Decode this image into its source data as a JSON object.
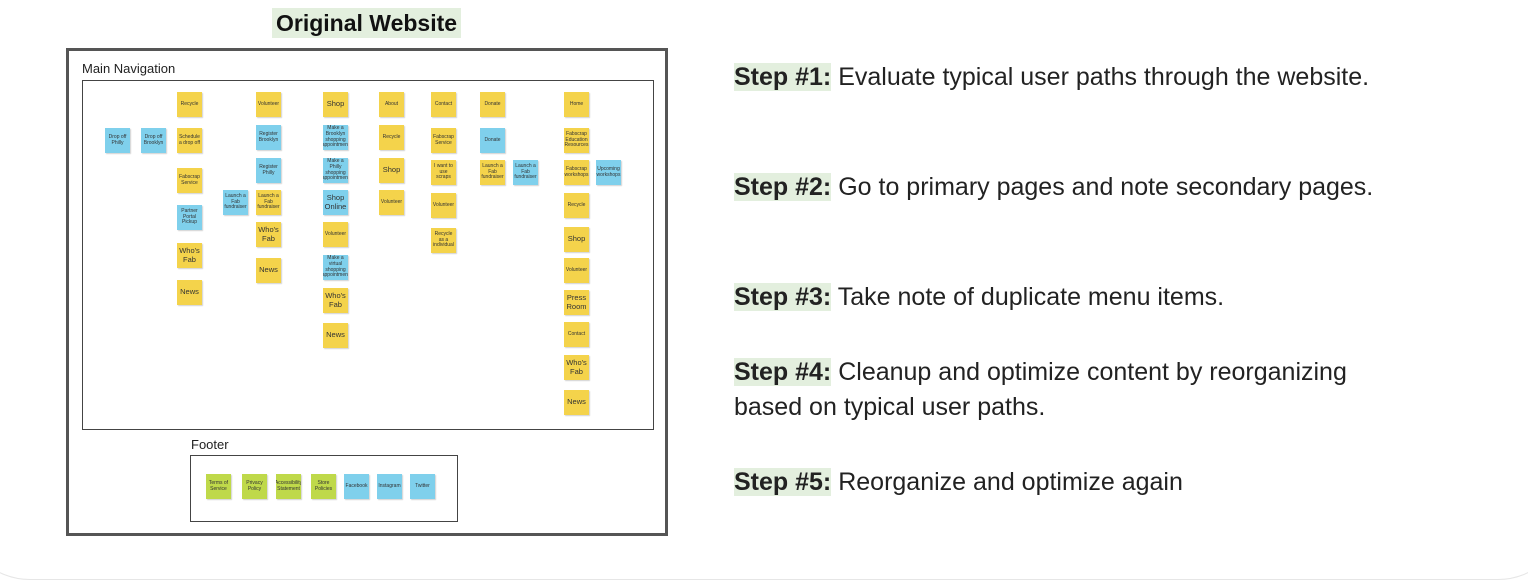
{
  "title": "Original Website",
  "main_navigation": {
    "label": "Main Navigation",
    "notes": [
      {
        "text": "Recycle",
        "color": "yellow"
      },
      {
        "text": "Volunteer",
        "color": "yellow"
      },
      {
        "text": "Shop",
        "color": "yellow"
      },
      {
        "text": "About",
        "color": "yellow"
      },
      {
        "text": "Contact",
        "color": "yellow"
      },
      {
        "text": "Donate",
        "color": "yellow"
      },
      {
        "text": "Home",
        "color": "yellow"
      },
      {
        "text": "Drop off Philly",
        "color": "blue"
      },
      {
        "text": "Drop off Brooklyn",
        "color": "blue"
      },
      {
        "text": "Schedule a drop off",
        "color": "yellow"
      },
      {
        "text": "Register Brooklyn",
        "color": "blue"
      },
      {
        "text": "Make a Brooklyn shopping appointment",
        "color": "blue"
      },
      {
        "text": "Recycle",
        "color": "yellow"
      },
      {
        "text": "Fabscrap Service",
        "color": "yellow"
      },
      {
        "text": "Donate",
        "color": "blue"
      },
      {
        "text": "Fabscrap Education Resources",
        "color": "yellow"
      },
      {
        "text": "Register Philly",
        "color": "blue"
      },
      {
        "text": "Make a Philly shopping appointment",
        "color": "blue"
      },
      {
        "text": "Shop",
        "color": "yellow"
      },
      {
        "text": "I want to use scraps",
        "color": "yellow"
      },
      {
        "text": "Launch a Fab fundraiser",
        "color": "yellow"
      },
      {
        "text": "Launch a Fab fundraiser",
        "color": "blue"
      },
      {
        "text": "Fabscrap workshops",
        "color": "yellow"
      },
      {
        "text": "Upcoming workshops",
        "color": "blue"
      },
      {
        "text": "Fabscrap Service",
        "color": "yellow"
      },
      {
        "text": "Launch a Fab fundraiser",
        "color": "blue"
      },
      {
        "text": "Launch a Fab fundraiser",
        "color": "yellow"
      },
      {
        "text": "Shop Online",
        "color": "blue"
      },
      {
        "text": "Volunteer",
        "color": "yellow"
      },
      {
        "text": "Volunteer",
        "color": "yellow"
      },
      {
        "text": "Recycle",
        "color": "yellow"
      },
      {
        "text": "Partner Portal Pickup",
        "color": "blue"
      },
      {
        "text": "Who's Fab",
        "color": "yellow"
      },
      {
        "text": "Volunteer",
        "color": "yellow"
      },
      {
        "text": "Recycle as a individual",
        "color": "yellow"
      },
      {
        "text": "Shop",
        "color": "yellow"
      },
      {
        "text": "Who's Fab",
        "color": "yellow"
      },
      {
        "text": "News",
        "color": "yellow"
      },
      {
        "text": "Make a virtual shopping appointment",
        "color": "blue"
      },
      {
        "text": "Volunteer",
        "color": "yellow"
      },
      {
        "text": "News",
        "color": "yellow"
      },
      {
        "text": "Who's Fab",
        "color": "yellow"
      },
      {
        "text": "Press Room",
        "color": "yellow"
      },
      {
        "text": "Contact",
        "color": "yellow"
      },
      {
        "text": "News",
        "color": "yellow"
      },
      {
        "text": "Who's Fab",
        "color": "yellow"
      },
      {
        "text": "News",
        "color": "yellow"
      }
    ]
  },
  "footer": {
    "label": "Footer",
    "notes": [
      {
        "text": "Terms of Service",
        "color": "green"
      },
      {
        "text": "Privacy Policy",
        "color": "green"
      },
      {
        "text": "Accessibility Statement",
        "color": "green"
      },
      {
        "text": "Store Policies",
        "color": "green"
      },
      {
        "text": "Facebook",
        "color": "blue"
      },
      {
        "text": "Instagram",
        "color": "blue"
      },
      {
        "text": "Twitter",
        "color": "blue"
      }
    ]
  },
  "steps": [
    {
      "label": "Step #1:",
      "text": " Evaluate typical user paths through the website."
    },
    {
      "label": "Step #2:",
      "text": " Go to primary pages and note secondary pages."
    },
    {
      "label": "Step #3:",
      "text": " Take note of duplicate menu items."
    },
    {
      "label": "Step #4:",
      "text": " Cleanup and optimize content by reorganizing based on typical user paths."
    },
    {
      "label": "Step #5:",
      "text": " Reorganize and optimize again"
    }
  ],
  "colors": {
    "yellow": "#f4d34b",
    "blue": "#7fd0ec",
    "green": "#bfd94a",
    "highlight": "#e3efde"
  }
}
